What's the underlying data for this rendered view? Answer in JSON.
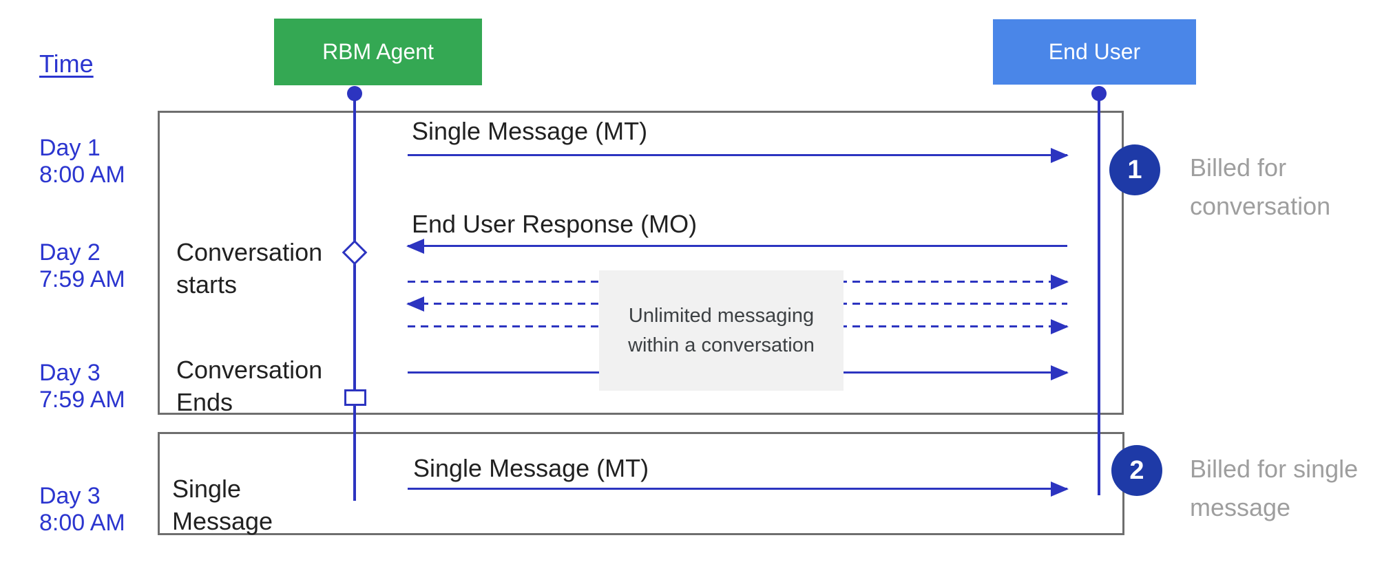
{
  "diagram_type": "sequence",
  "colors": {
    "line_blue": "#2c34c0",
    "label_blue": "#2b35cf",
    "agent_green": "#34a853",
    "user_blue": "#4a86e8",
    "badge_blue": "#1e3aa7",
    "frame_gray": "#6e6e6e",
    "note_bg": "#f1f1f1",
    "note_text": "#3c4043",
    "billed_gray": "#9e9e9e",
    "text_black": "#212121"
  },
  "time_axis": {
    "label": "Time",
    "entries": [
      {
        "day": "Day 1",
        "time": "8:00 AM"
      },
      {
        "day": "Day 2",
        "time": "7:59 AM"
      },
      {
        "day": "Day 3",
        "time": "7:59 AM"
      },
      {
        "day": "Day 3",
        "time": "8:00 AM"
      }
    ]
  },
  "actors": {
    "agent": {
      "name": "RBM Agent"
    },
    "end_user": {
      "name": "End User"
    }
  },
  "conversation_frame": {
    "start_marker": {
      "line1": "Conversation",
      "line2": "starts",
      "shape": "open-diamond"
    },
    "end_marker": {
      "line1": "Conversation",
      "line2": "Ends",
      "shape": "open-square"
    },
    "messages": {
      "mt": {
        "label": "Single Message (MT)",
        "direction": "agent-to-user",
        "style": "solid"
      },
      "mo": {
        "label": "End User Response (MO)",
        "direction": "user-to-agent",
        "style": "solid"
      },
      "dash1": {
        "label": "",
        "direction": "agent-to-user",
        "style": "dashed"
      },
      "dash2": {
        "label": "",
        "direction": "user-to-agent",
        "style": "dashed"
      },
      "dash3": {
        "label": "",
        "direction": "agent-to-user",
        "style": "dashed"
      },
      "final": {
        "label": "",
        "direction": "agent-to-user",
        "style": "solid"
      }
    },
    "note": {
      "line1": "Unlimited messaging",
      "line2": "within a conversation"
    }
  },
  "single_message_frame": {
    "label": {
      "line1": "Single",
      "line2": "Message"
    },
    "message": {
      "label": "Single Message (MT)",
      "direction": "agent-to-user",
      "style": "solid"
    }
  },
  "annotations": {
    "billed_conversation": {
      "badge": "1",
      "line1": "Billed for",
      "line2": "conversation"
    },
    "billed_single": {
      "badge": "2",
      "line1": "Billed for single",
      "line2": "message"
    }
  }
}
